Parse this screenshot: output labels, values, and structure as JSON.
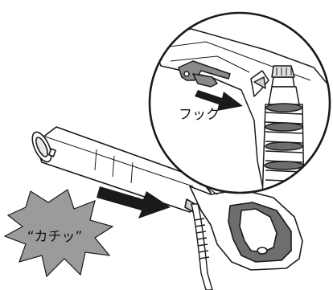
{
  "labels": {
    "hook": "フック",
    "sound": "“カチッ”"
  },
  "colors": {
    "line": "#1a1a1a",
    "burst_fill": "#9b9b9b",
    "zoom_bg": "#ffffff",
    "arrow": "#1a1a1a"
  },
  "icons": {
    "zoom": "magnified-detail-circle",
    "arrow": "right-arrow",
    "burst": "click-sound-burst"
  }
}
